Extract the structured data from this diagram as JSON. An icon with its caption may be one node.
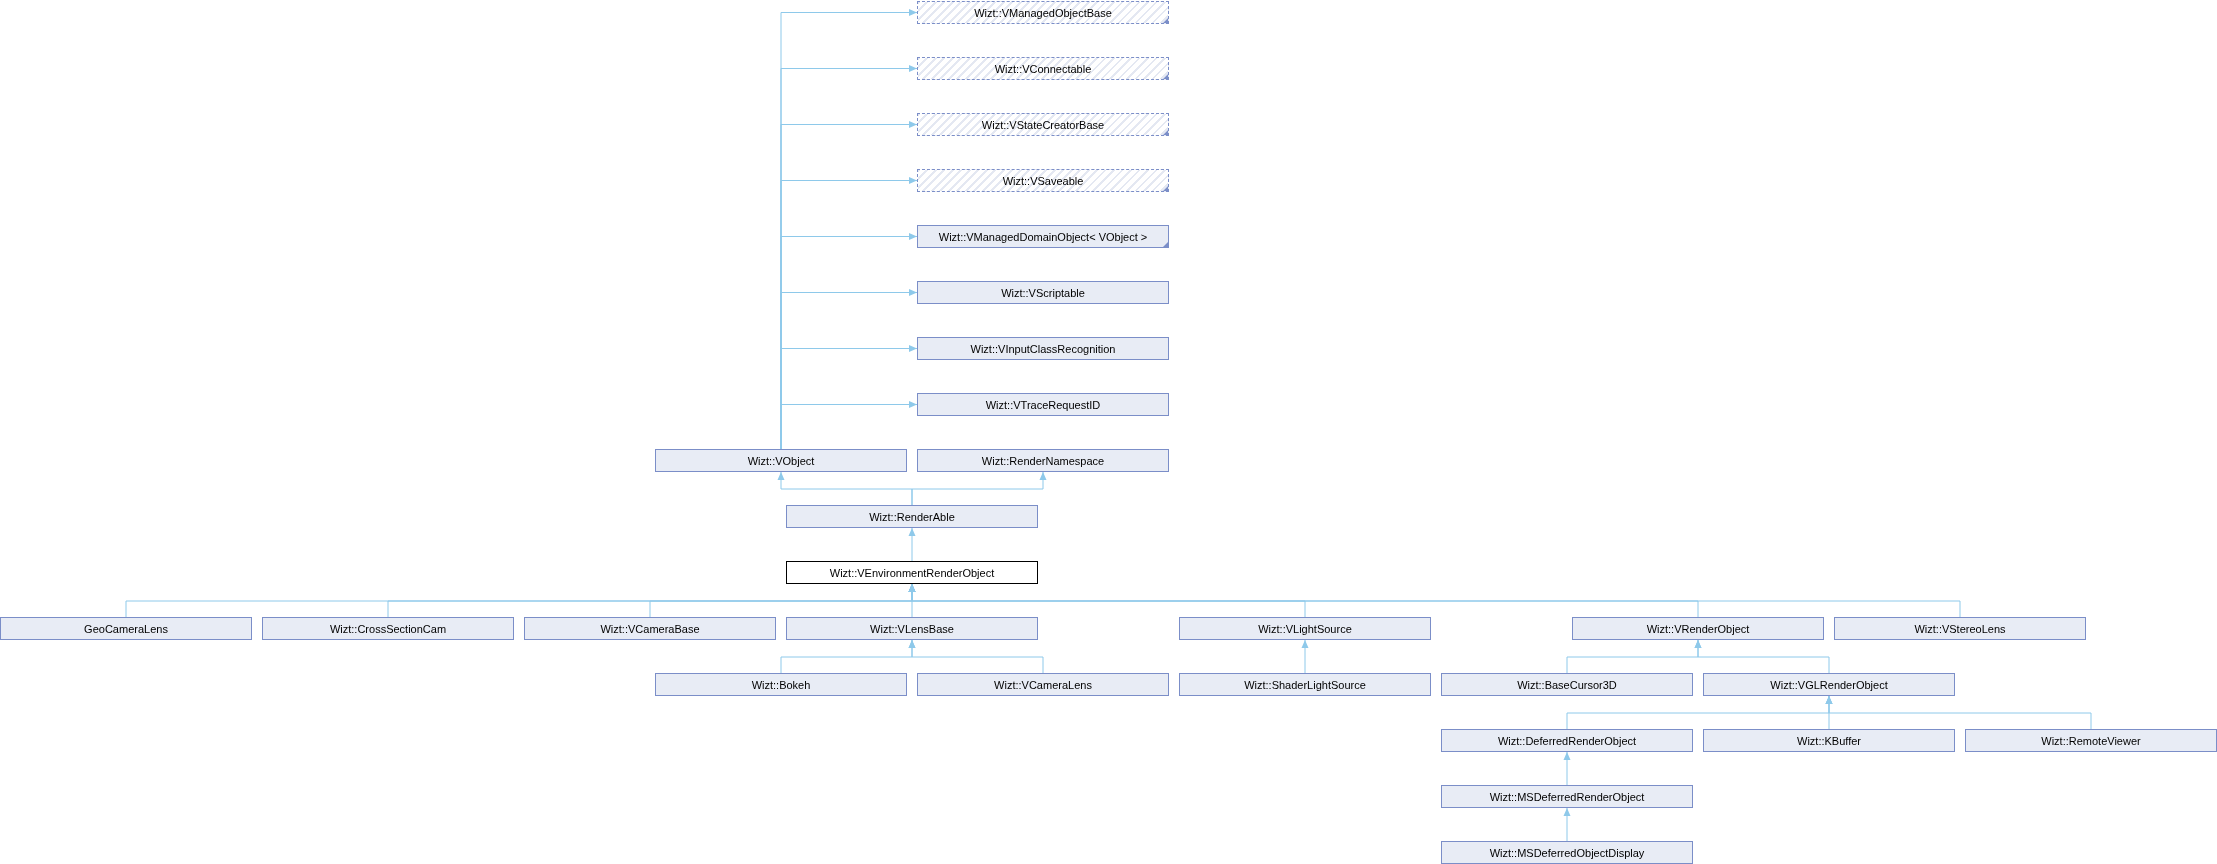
{
  "diagram": {
    "nodes": [
      {
        "text": [
          "Wizt::VManagedObjectBase"
        ]
      },
      {
        "text": [
          "Wizt::VConnectable"
        ]
      },
      {
        "text": [
          "Wizt::VStateCreatorBase"
        ]
      },
      {
        "text": [
          "Wizt::VSaveable"
        ]
      },
      {
        "text": [
          "Wizt::VManagedDomainObject< VObject >"
        ]
      },
      {
        "text": [
          "Wizt::VScriptable"
        ]
      },
      {
        "text": [
          "Wizt::VInputClassRecognition"
        ]
      },
      {
        "text": [
          "Wizt::VTraceRequestID"
        ]
      },
      {
        "text": [
          "Wizt::VObject"
        ]
      },
      {
        "text": [
          "Wizt::RenderNamespace"
        ]
      },
      {
        "text": [
          "Wizt::RenderAble"
        ]
      },
      {
        "text": [
          "Wizt::VEnvironmentRenderObject"
        ]
      },
      {
        "text": [
          "GeoCameraLens"
        ]
      },
      {
        "text": [
          "Wizt::CrossSectionCam"
        ]
      },
      {
        "text": [
          "Wizt::VCameraBase"
        ]
      },
      {
        "text": [
          "Wizt::VLensBase"
        ]
      },
      {
        "text": [
          "Wizt::VLightSource"
        ]
      },
      {
        "text": [
          "Wizt::VRenderObject"
        ]
      },
      {
        "text": [
          "Wizt::VStereoLens"
        ]
      },
      {
        "text": [
          "Wizt::Bokeh"
        ]
      },
      {
        "text": [
          "Wizt::VCameraLens"
        ]
      },
      {
        "text": [
          "Wizt::ShaderLightSource"
        ]
      },
      {
        "text": [
          "Wizt::BaseCursor3D"
        ]
      },
      {
        "text": [
          "Wizt::VGLRenderObject"
        ]
      },
      {
        "text": [
          "Wizt::DeferredRenderObject"
        ]
      },
      {
        "text": [
          "Wizt::KBuffer"
        ]
      },
      {
        "text": [
          "Wizt::RemoteViewer"
        ]
      },
      {
        "text": [
          "Wizt::MSDeferredRenderObject"
        ]
      },
      {
        "text": [
          "Wizt::MSDeferredObjectDisplay"
        ]
      }
    ],
    "edges": [
      {
        "from": 8,
        "to": 0,
        "arrow": "to"
      },
      {
        "from": 8,
        "to": 1,
        "arrow": "to"
      },
      {
        "from": 8,
        "to": 2,
        "arrow": "to"
      },
      {
        "from": 8,
        "to": 3,
        "arrow": "to"
      },
      {
        "from": 8,
        "to": 4,
        "arrow": "to"
      },
      {
        "from": 8,
        "to": 5,
        "arrow": "to"
      },
      {
        "from": 8,
        "to": 6,
        "arrow": "to"
      },
      {
        "from": 8,
        "to": 7,
        "arrow": "to"
      },
      {
        "from": 10,
        "to": 8,
        "arrow": "to"
      },
      {
        "from": 10,
        "to": 9,
        "arrow": "to"
      },
      {
        "from": 11,
        "to": 10,
        "arrow": "to"
      },
      {
        "from": 12,
        "to": 11,
        "arrow": "to"
      },
      {
        "from": 13,
        "to": 11,
        "arrow": "to"
      },
      {
        "from": 14,
        "to": 11,
        "arrow": "to"
      },
      {
        "from": 15,
        "to": 11,
        "arrow": "to"
      },
      {
        "from": 16,
        "to": 11,
        "arrow": "to"
      },
      {
        "from": 17,
        "to": 11,
        "arrow": "to"
      },
      {
        "from": 18,
        "to": 11,
        "arrow": "to"
      },
      {
        "from": 19,
        "to": 15,
        "arrow": "to"
      },
      {
        "from": 20,
        "to": 15,
        "arrow": "to"
      },
      {
        "from": 21,
        "to": 16,
        "arrow": "to"
      },
      {
        "from": 22,
        "to": 17,
        "arrow": "to"
      },
      {
        "from": 23,
        "to": 17,
        "arrow": "to"
      },
      {
        "from": 24,
        "to": 23,
        "arrow": "to"
      },
      {
        "from": 25,
        "to": 23,
        "arrow": "to"
      },
      {
        "from": 26,
        "to": 23,
        "arrow": "to"
      },
      {
        "from": 27,
        "to": 24,
        "arrow": "to"
      },
      {
        "from": 28,
        "to": 27,
        "arrow": "to"
      }
    ]
  }
}
